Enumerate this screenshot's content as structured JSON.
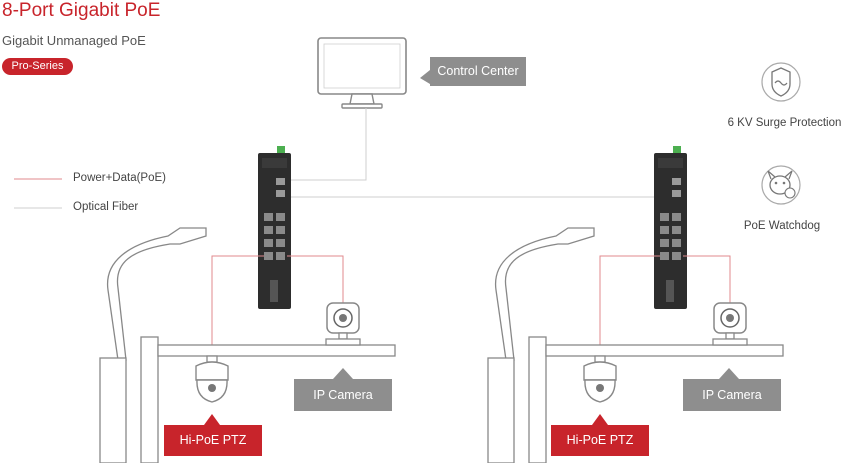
{
  "header": {
    "title": "8-Port Gigabit PoE",
    "subtitle": "Gigabit Unmanaged PoE",
    "badge": "Pro-Series"
  },
  "legend": {
    "poe": "Power+Data(PoE)",
    "fiber": "Optical  Fiber"
  },
  "callouts": {
    "control_center": "Control Center",
    "ip_camera_left": "IP Camera",
    "ip_camera_right": "IP Camera",
    "ptz_left": "Hi-PoE PTZ",
    "ptz_right": "Hi-PoE PTZ"
  },
  "features": {
    "surge": "6 KV Surge Protection",
    "watchdog": "PoE Watchdog"
  },
  "colors": {
    "brand_red": "#c8242b",
    "callout_gray": "#8e8e8e",
    "poe_line": "#e08a8e",
    "fiber_line": "#cfcfcf"
  },
  "icons": [
    "monitor-icon",
    "switch-icon",
    "street-lamp-icon",
    "bullet-camera-icon",
    "ptz-dome-icon",
    "surge-shield-icon",
    "watchdog-icon"
  ]
}
